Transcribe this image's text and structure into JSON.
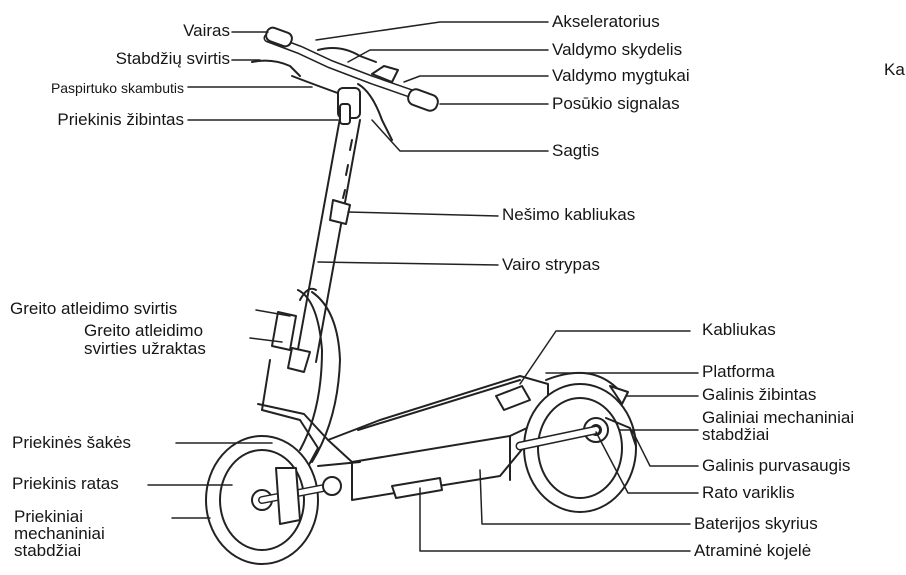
{
  "labels": {
    "vairas": "Vairas",
    "stabdziu_svirtis": "Stabdžių svirtis",
    "skambutis": "Paspirtuko skambutis",
    "priekinis_zibintas": "Priekinis žibintas",
    "akseleratorius": "Akseleratorius",
    "valdymo_skydelis": "Valdymo skydelis",
    "valdymo_mygtukai": "Valdymo mygtukai",
    "posukio_signalas": "Posūkio signalas",
    "sagtis": "Sagtis",
    "nesimo_kabliukas": "Nešimo kabliukas",
    "vairo_strypas": "Vairo strypas",
    "greito_svirtis": "Greito atleidimo svirtis",
    "greito_uzraktas": "Greito atleidimo\nsvirties užraktas",
    "kabliukas": "Kabliukas",
    "platforma": "Platforma",
    "galinis_zibintas": "Galinis žibintas",
    "galiniai_stabdziai": "Galiniai mechaniniai\nstabdžiai",
    "galinis_purvasaugis": "Galinis purvasaugis",
    "rato_variklis": "Rato variklis",
    "priekines_sakes": "Priekinės šakės",
    "priekinis_ratas": "Priekinis ratas",
    "priekiniai_stabdziai": "Priekiniai\nmechaniniai\nstabdžiai",
    "baterijos_skyrius": "Baterijos skyrius",
    "atramine_kojele": "Atraminė kojelė",
    "cut_text": "Ka"
  },
  "colors": {
    "ink": "#1a1a1a",
    "line": "#222222"
  }
}
